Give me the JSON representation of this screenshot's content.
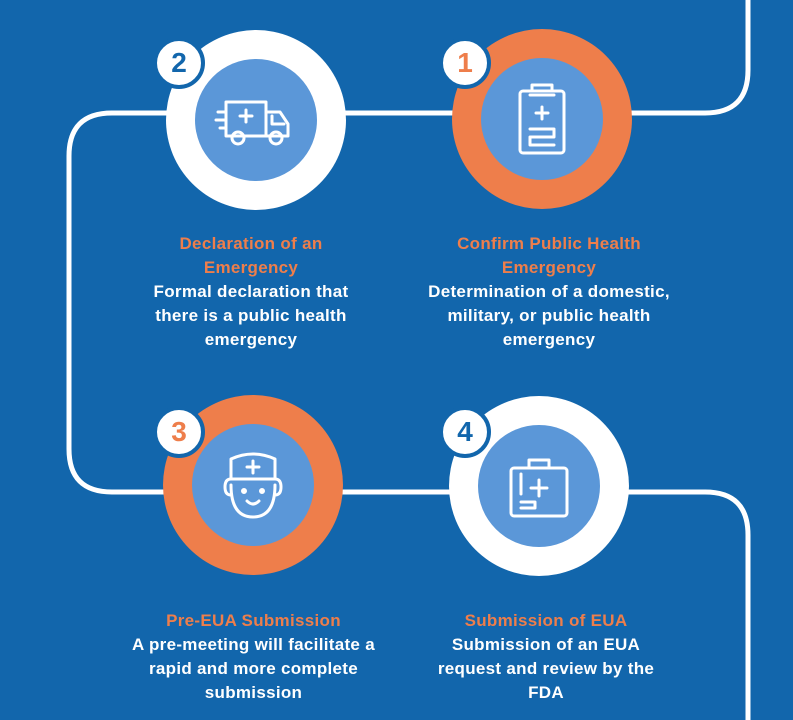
{
  "colors": {
    "background": "#1266ac",
    "accent": "#ee7e4b",
    "ring_white": "#ffffff",
    "inner": "#5b97d8",
    "number_blue": "#1266ac"
  },
  "steps": [
    {
      "number": "1",
      "title": "Confirm Public Health Emergency",
      "description": "Determination of a domestic, military, or public health emergency",
      "icon": "clipboard-icon",
      "ring": "orange"
    },
    {
      "number": "2",
      "title": "Declaration of an Emergency",
      "description": "Formal declaration that there is a public health emergency",
      "icon": "ambulance-icon",
      "ring": "white"
    },
    {
      "number": "3",
      "title": "Pre-EUA Submission",
      "description": "A pre-meeting will facilitate a rapid and more complete submission",
      "icon": "doctor-icon",
      "ring": "orange"
    },
    {
      "number": "4",
      "title": "Submission of EUA",
      "description": "Submission of an EUA request and review by the FDA",
      "icon": "medical-kit-icon",
      "ring": "white"
    }
  ]
}
